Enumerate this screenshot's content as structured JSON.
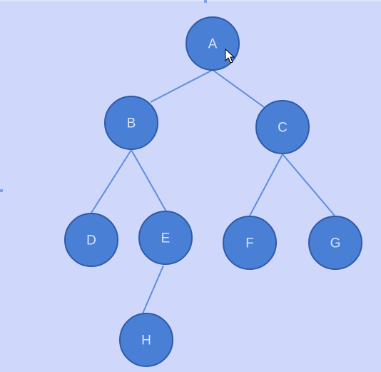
{
  "diagram": {
    "type": "binary-tree",
    "nodes": [
      {
        "id": "A",
        "label": "A"
      },
      {
        "id": "B",
        "label": "B"
      },
      {
        "id": "C",
        "label": "C"
      },
      {
        "id": "D",
        "label": "D"
      },
      {
        "id": "E",
        "label": "E"
      },
      {
        "id": "F",
        "label": "F"
      },
      {
        "id": "G",
        "label": "G"
      },
      {
        "id": "H",
        "label": "H"
      }
    ],
    "edges": [
      {
        "from": "A",
        "to": "B"
      },
      {
        "from": "A",
        "to": "C"
      },
      {
        "from": "B",
        "to": "D"
      },
      {
        "from": "B",
        "to": "E"
      },
      {
        "from": "C",
        "to": "F"
      },
      {
        "from": "C",
        "to": "G"
      },
      {
        "from": "E",
        "to": "H"
      }
    ]
  },
  "colors": {
    "background": "#cfd7fb",
    "node_fill": "#4a7fd6",
    "node_stroke": "#2f5aa8",
    "node_text": "#d6e2fa",
    "edge": "#5e8fdc"
  }
}
